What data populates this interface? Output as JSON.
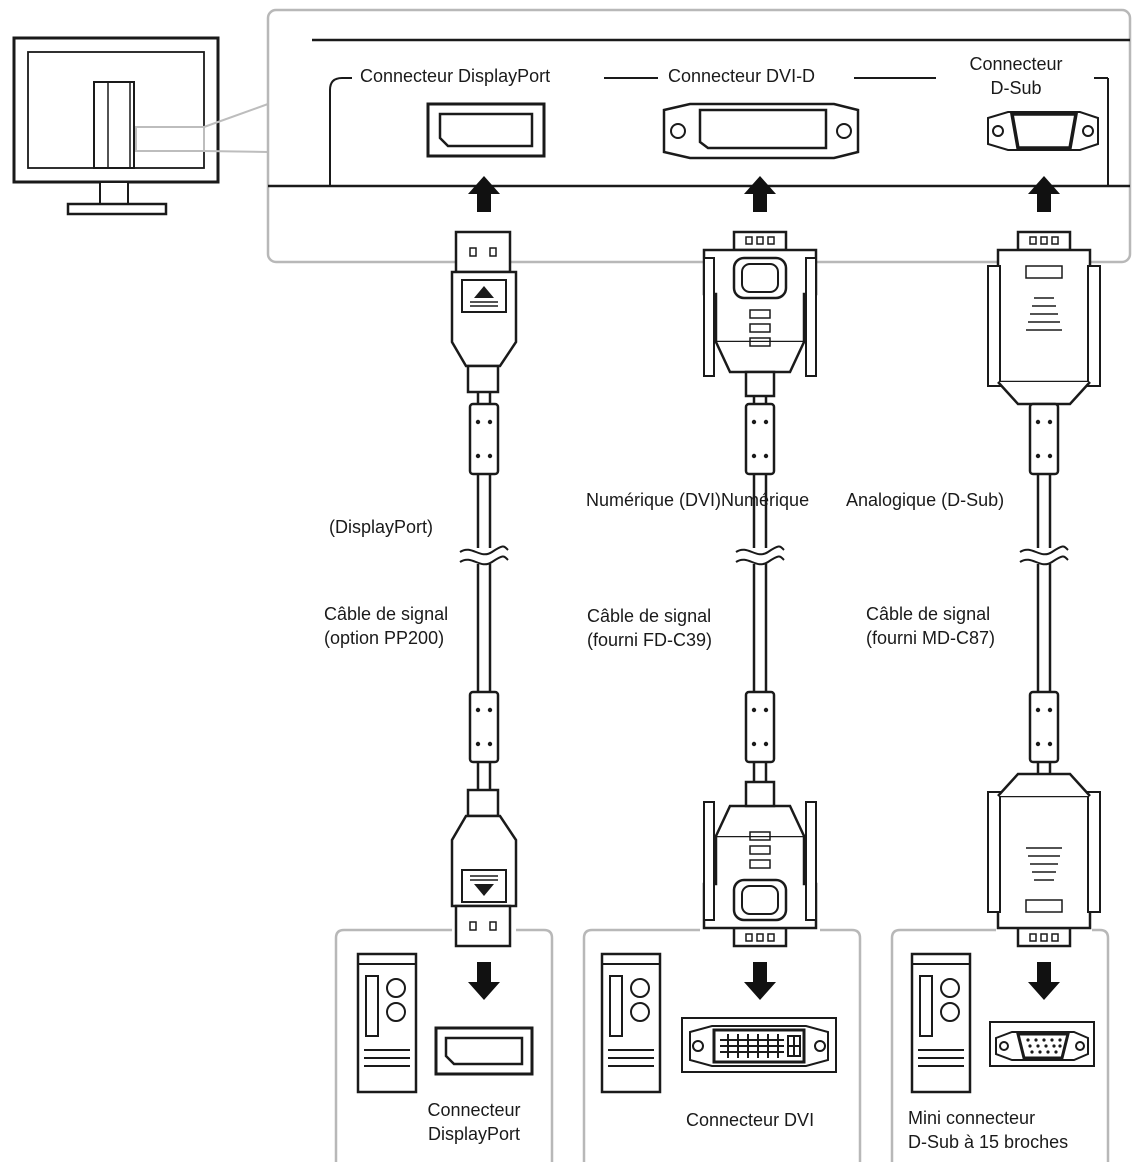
{
  "monitor_ports": {
    "displayport": "Connecteur DisplayPort",
    "dvi": "Connecteur DVI-D",
    "dsub_line1": "Connecteur",
    "dsub_line2": "D-Sub"
  },
  "cables": {
    "dp": {
      "signal": "(DisplayPort)",
      "line1": "Câble de signal",
      "line2": "(option PP200)"
    },
    "dvi": {
      "signal": "Numérique (DVI)Numérique",
      "line1": "Câble de signal",
      "line2": "(fourni FD-C39)"
    },
    "dsub": {
      "signal": "Analogique (D-Sub)",
      "line1": "Câble de signal",
      "line2": "(fourni MD-C87)"
    }
  },
  "pc_ports": {
    "dp_line1": "Connecteur",
    "dp_line2": "DisplayPort",
    "dvi": "Connecteur DVI",
    "dsub_line1": "Mini connecteur",
    "dsub_line2": "D-Sub à 15 broches"
  },
  "colors": {
    "stroke": "#1a1a1a",
    "panel_border": "#b8b8b8",
    "arrow": "#111111"
  }
}
